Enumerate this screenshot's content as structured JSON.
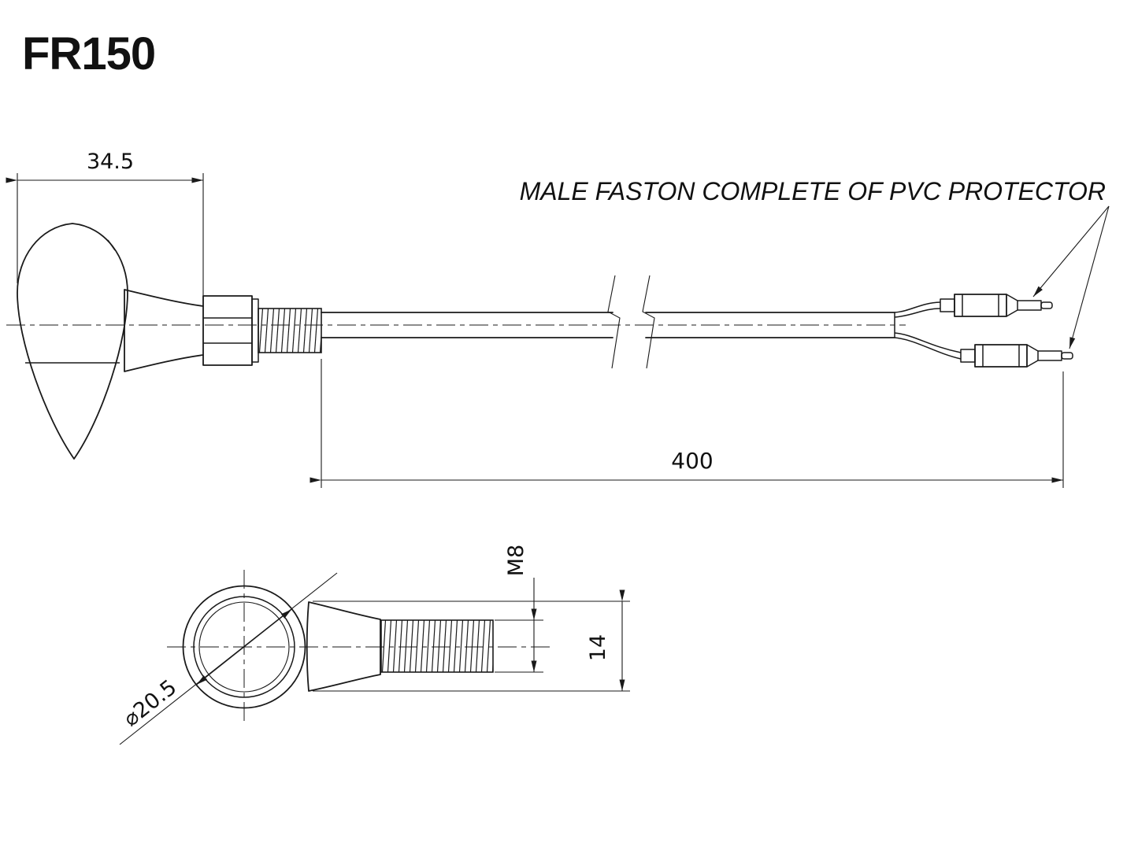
{
  "title": "FR150",
  "annotation": "MALE FASTON COMPLETE OF PVC PROTECTOR",
  "dimensions": {
    "head_width": "34.5",
    "cable_length": "400",
    "lens_diameter": "⌀20.5",
    "thread_size": "M8",
    "stud_base_width": "14"
  },
  "colors": {
    "line": "#1a1a1a",
    "background": "#ffffff"
  }
}
